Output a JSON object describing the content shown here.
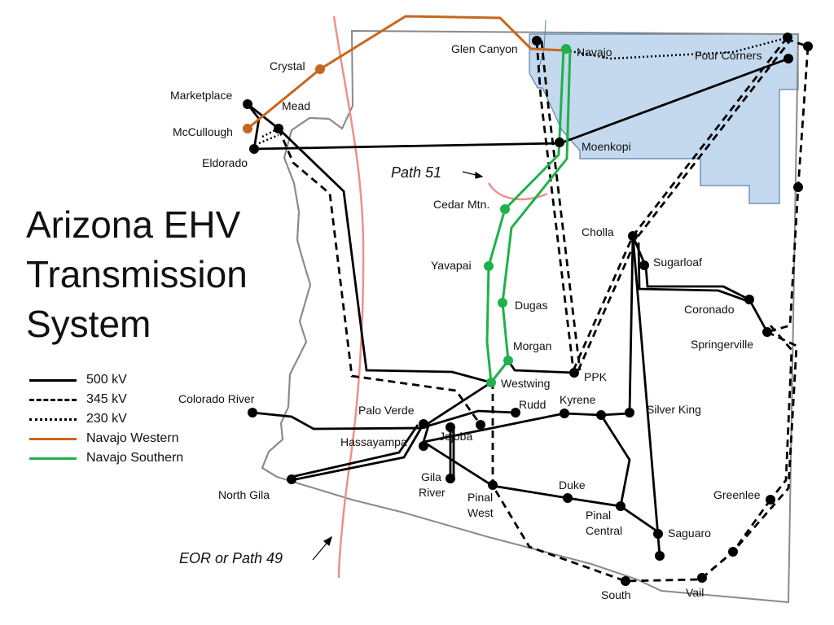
{
  "title_lines": [
    "Arizona EHV",
    "Transmission",
    "System"
  ],
  "legend": [
    {
      "label": "500 kV",
      "style": "500"
    },
    {
      "label": "345 kV",
      "style": "345"
    },
    {
      "label": "230 kV",
      "style": "230"
    },
    {
      "label": "Navajo Western",
      "style": "nw"
    },
    {
      "label": "Navajo Southern",
      "style": "ns"
    }
  ],
  "colors": {
    "navajo_western": "#c8661e",
    "navajo_southern": "#1fb14b",
    "navajo_region_fill": "#c5d9ee",
    "path_arc": "#ee8f8f",
    "state_border": "#8a8a8a",
    "lines": "#000000"
  },
  "annotations": {
    "path51": "Path 51",
    "eor": "EOR or Path 49"
  },
  "stations": {
    "glen_canyon": "Glen Canyon",
    "navajo": "Navajo",
    "four_corners": "Four Corners",
    "crystal": "Crystal",
    "marketplace": "Marketplace",
    "mead": "Mead",
    "mccullough": "McCullough",
    "eldorado": "Eldorado",
    "moenkopi": "Moenkopi",
    "cedar_mtn": "Cedar Mtn.",
    "cholla": "Cholla",
    "sugarloaf": "Sugarloaf",
    "yavapai": "Yavapai",
    "dugas": "Dugas",
    "coronado": "Coronado",
    "springerville": "Springerville",
    "morgan": "Morgan",
    "ppk": "PPK",
    "westwing": "Westwing",
    "colorado_river": "Colorado River",
    "palo_verde": "Palo Verde",
    "rudd": "Rudd",
    "kyrene": "Kyrene",
    "silver_king": "Silver King",
    "hassayampa": "Hassayampa",
    "jojoba": "Jojoba",
    "gila_river_1": "Gila",
    "gila_river_2": "River",
    "north_gila": "North Gila",
    "pinal_west_1": "Pinal",
    "pinal_west_2": "West",
    "duke": "Duke",
    "greenlee": "Greenlee",
    "pinal_central_1": "Pinal",
    "pinal_central_2": "Central",
    "saguaro": "Saguaro",
    "south": "South",
    "vail": "Vail"
  }
}
